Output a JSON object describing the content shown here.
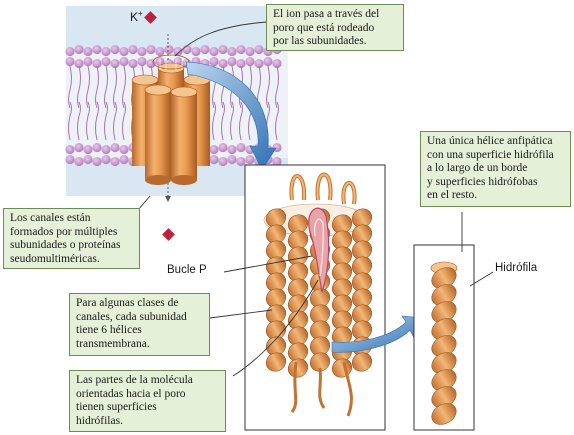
{
  "ion": {
    "symbol": "K",
    "charge": "+"
  },
  "callouts": {
    "pore": "El ion pasa a través del\nporo que está rodeado\npor las subunidades.",
    "multimeric": "Los canales están\nformados por múltiples\nsubunidades o proteínas\nseudomultiméricas.",
    "amphipathic": "Una única hélice anfipática\ncon una superficie hidrófila\na lo largo de un borde\ny superficies hidrófobas\nen el resto.",
    "six_helices": "Para algunas clases de\ncanales, cada subunidad\ntiene 6 hélices\ntransmembrana.",
    "pore_facing": "Las partes de la molécula\norientadas hacia el poro\ntienen superficies\nhidrófilas."
  },
  "labels": {
    "p_loop": "Bucle P",
    "hydrophilic": "Hidrófila"
  },
  "colors": {
    "callout_fill": "#e5f0d8",
    "callout_border": "#6f8a56",
    "membrane_bg": "#cfe0ee",
    "lipid_head": "#c79ccf",
    "channel_orange": "#e59b57",
    "ion_red": "#c0203c",
    "arrow_blue": "#3f7fc0"
  }
}
